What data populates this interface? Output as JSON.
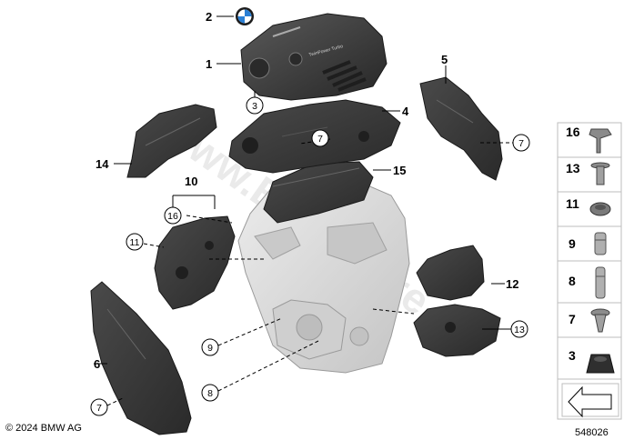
{
  "callouts": {
    "c1": "1",
    "c2": "2",
    "c3": "3",
    "c4": "4",
    "c5": "5",
    "c6": "6",
    "c7a": "7",
    "c7b": "7",
    "c7c": "7",
    "c8": "8",
    "c9": "9",
    "c10": "10",
    "c11": "11",
    "c12": "12",
    "c13": "13",
    "c14": "14",
    "c15": "15",
    "c16": "16"
  },
  "side_panel": [
    "16",
    "13",
    "11",
    "9",
    "8",
    "7",
    "3"
  ],
  "watermark": "www.BMWstore",
  "cover_text": "TwinPower Turbo",
  "copyright": "© 2024 BMW AG",
  "diagram_id": "548026",
  "colors": {
    "part": "#3c3c3c",
    "part_dark": "#232323",
    "engine": "#d8d8d8",
    "line": "#000000"
  }
}
